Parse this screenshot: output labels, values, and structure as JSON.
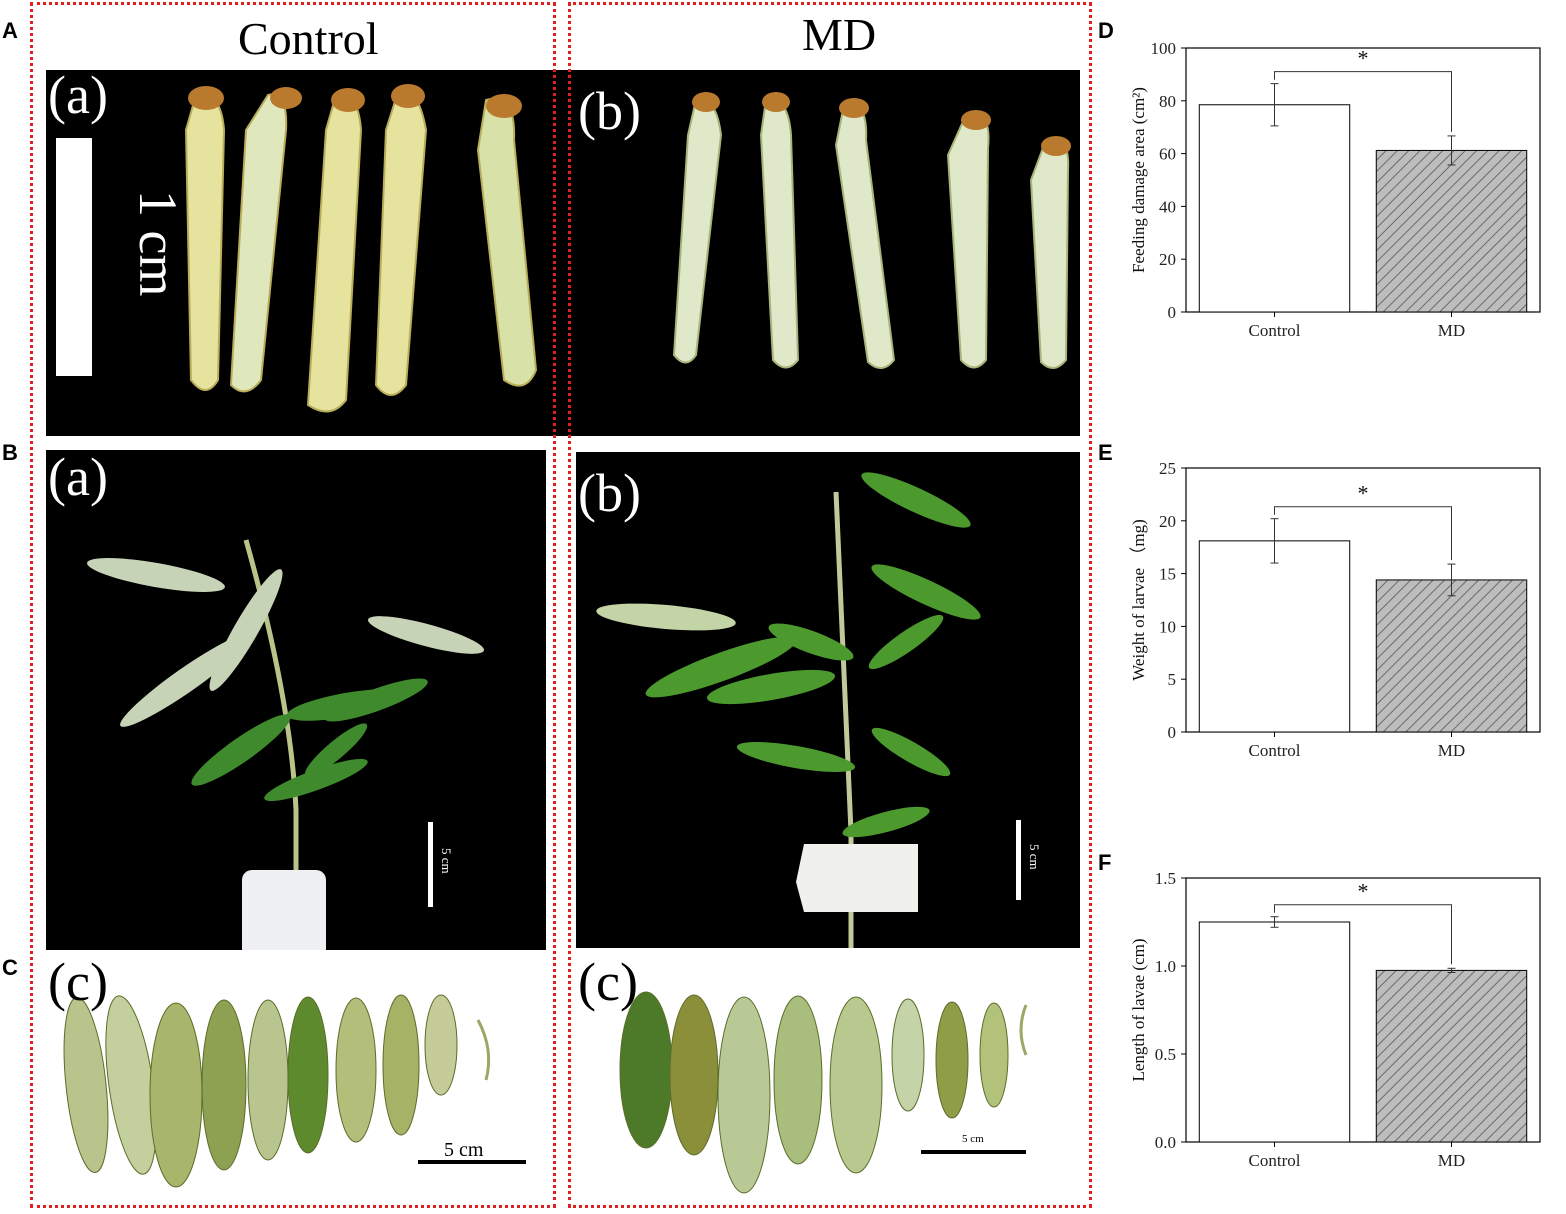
{
  "panel_letters": {
    "A": "A",
    "B": "B",
    "C": "C",
    "D": "D",
    "E": "E",
    "F": "F"
  },
  "groups": {
    "control": "Control",
    "md": "MD"
  },
  "photo_labels": {
    "a": "(a)",
    "b": "(b)",
    "c": "(c)"
  },
  "scalebars": {
    "larvae": "1 cm",
    "plant": "5 cm",
    "leaves": "5 cm"
  },
  "colors": {
    "frame": "#e02020",
    "md_bar_fill": "#bdbdbd",
    "hatch": "#6a6a6a",
    "control_bar_fill": "#ffffff",
    "plant_green": "#3e8a2c",
    "larva": "#e7e6b4"
  },
  "chart_data": [
    {
      "type": "bar",
      "panel": "D",
      "categories": [
        "Control",
        "MD"
      ],
      "values": [
        78.5,
        61.2
      ],
      "errors": [
        8,
        5.5
      ],
      "ylabel": "Feeding damage area (cm²)",
      "ylim": [
        0,
        100
      ],
      "yticks": [
        "0",
        "20",
        "40",
        "60",
        "80",
        "100"
      ],
      "yticks_values": [
        0,
        20,
        40,
        60,
        80,
        100
      ],
      "significance": "*"
    },
    {
      "type": "bar",
      "panel": "E",
      "categories": [
        "Control",
        "MD"
      ],
      "values": [
        18.1,
        14.4
      ],
      "errors": [
        2.1,
        1.5
      ],
      "ylabel": "Weight of larvae （mg)",
      "ylim": [
        0,
        25
      ],
      "yticks": [
        "0",
        "5",
        "10",
        "15",
        "20",
        "25"
      ],
      "yticks_values": [
        0,
        5,
        10,
        15,
        20,
        25
      ],
      "significance": "*"
    },
    {
      "type": "bar",
      "panel": "F",
      "categories": [
        "Control",
        "MD"
      ],
      "values": [
        1.25,
        0.975
      ],
      "errors": [
        0.03,
        0.012
      ],
      "ylabel": "Length of lavae (cm)",
      "ylim": [
        0,
        1.5
      ],
      "yticks": [
        "0.0",
        "0.5",
        "1.0",
        "1.5"
      ],
      "yticks_values": [
        0,
        0.5,
        1.0,
        1.5
      ],
      "significance": "*"
    }
  ]
}
